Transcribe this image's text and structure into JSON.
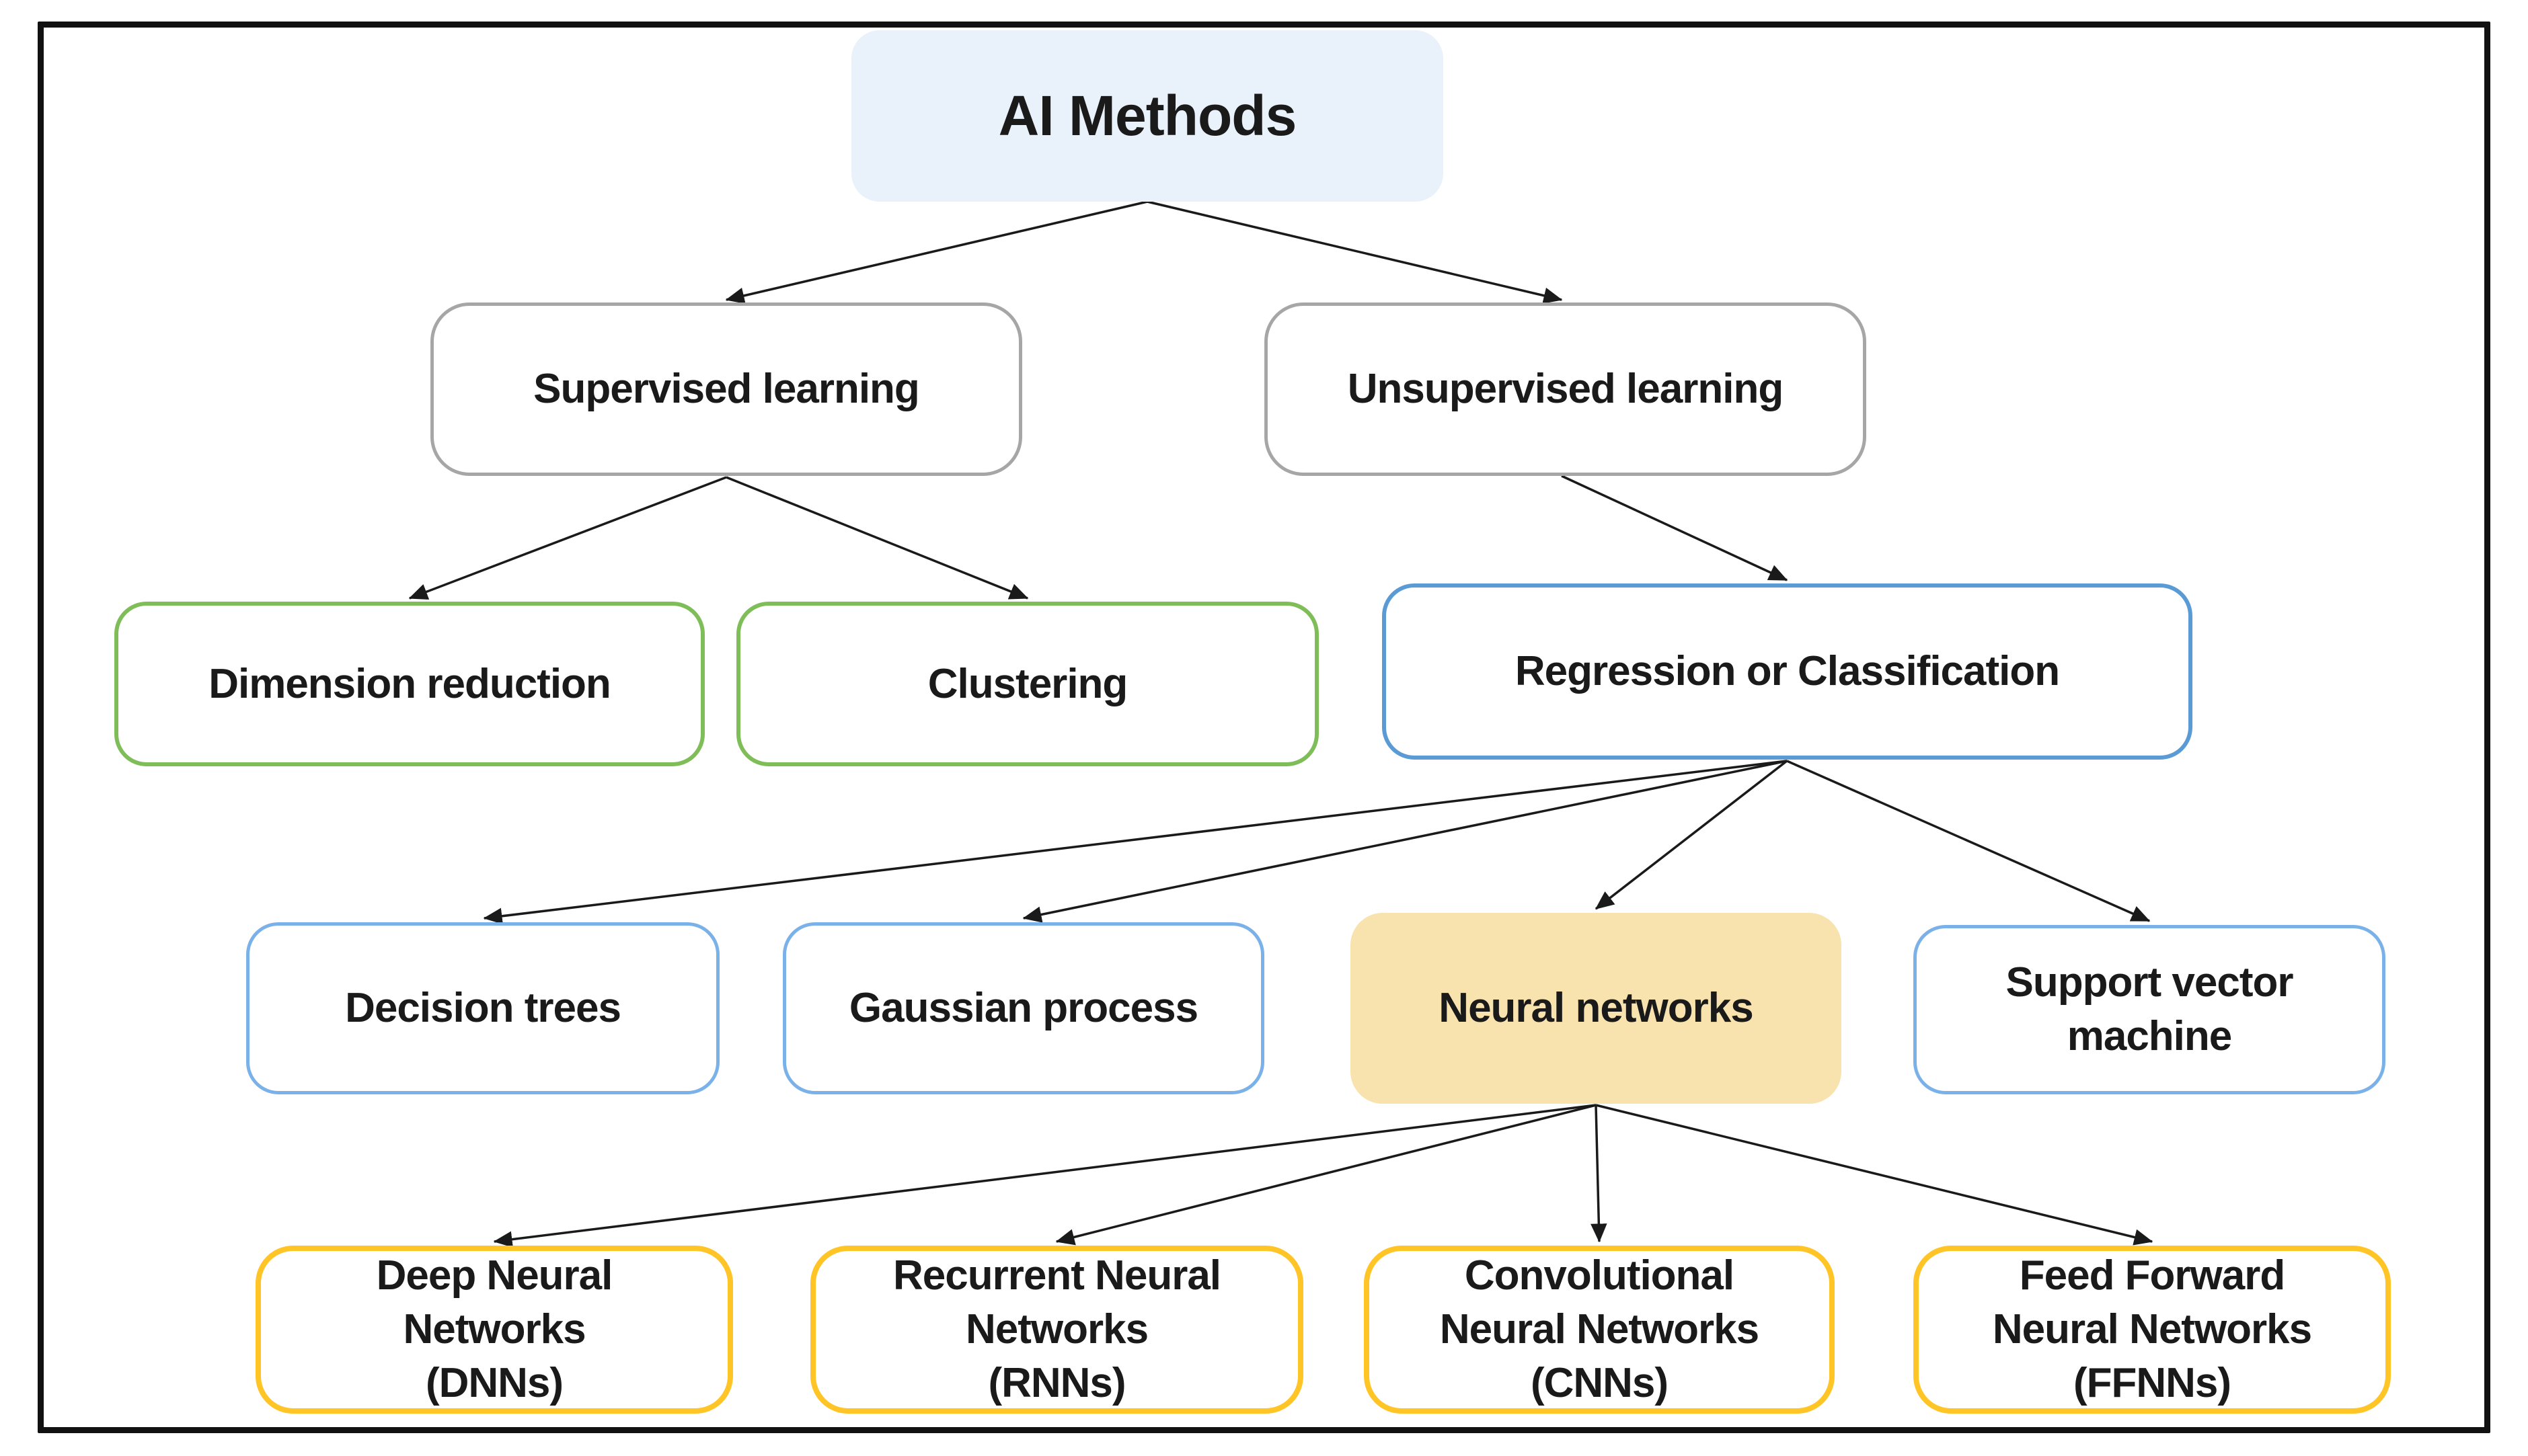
{
  "nodes": {
    "ai_methods": {
      "label": "AI Methods"
    },
    "supervised": {
      "label": "Supervised learning"
    },
    "unsupervised": {
      "label": "Unsupervised learning"
    },
    "dimension_reduction": {
      "label": "Dimension reduction"
    },
    "clustering": {
      "label": "Clustering"
    },
    "regression_classification": {
      "label": "Regression or Classification"
    },
    "decision_trees": {
      "label": "Decision trees"
    },
    "gaussian_process": {
      "label": "Gaussian process"
    },
    "neural_networks": {
      "label": "Neural networks"
    },
    "support_vector_machine": {
      "lines": [
        "Support vector",
        "machine"
      ]
    },
    "dnn": {
      "lines": [
        "Deep Neural",
        "Networks",
        "(DNNs)"
      ]
    },
    "rnn": {
      "lines": [
        "Recurrent Neural",
        "Networks",
        "(RNNs)"
      ]
    },
    "cnn": {
      "lines": [
        "Convolutional",
        "Neural Networks",
        "(CNNs)"
      ]
    },
    "ffnn": {
      "lines": [
        "Feed Forward",
        "Neural Networks",
        "(FFNNs)"
      ]
    }
  },
  "edges": [
    {
      "from": "ai_methods",
      "to": "supervised"
    },
    {
      "from": "ai_methods",
      "to": "unsupervised"
    },
    {
      "from": "supervised",
      "to": "dimension_reduction"
    },
    {
      "from": "supervised",
      "to": "clustering"
    },
    {
      "from": "unsupervised",
      "to": "regression_classification"
    },
    {
      "from": "regression_classification",
      "to": "decision_trees"
    },
    {
      "from": "regression_classification",
      "to": "gaussian_process"
    },
    {
      "from": "regression_classification",
      "to": "neural_networks"
    },
    {
      "from": "regression_classification",
      "to": "support_vector_machine"
    },
    {
      "from": "neural_networks",
      "to": "dnn"
    },
    {
      "from": "neural_networks",
      "to": "rnn"
    },
    {
      "from": "neural_networks",
      "to": "cnn"
    },
    {
      "from": "neural_networks",
      "to": "ffnn"
    }
  ],
  "colors": {
    "frame": "#111111",
    "root_fill": "#e9f1fa",
    "level2_border": "#a6a6a6",
    "green_border": "#7fbd58",
    "blue_border": "#5b9bd5",
    "light_blue_border": "#7ab1e8",
    "yellow_border": "#ffc425",
    "highlight_fill": "#f8e3ae",
    "arrow": "#1a1a1a",
    "text": "#1a1a1a"
  }
}
